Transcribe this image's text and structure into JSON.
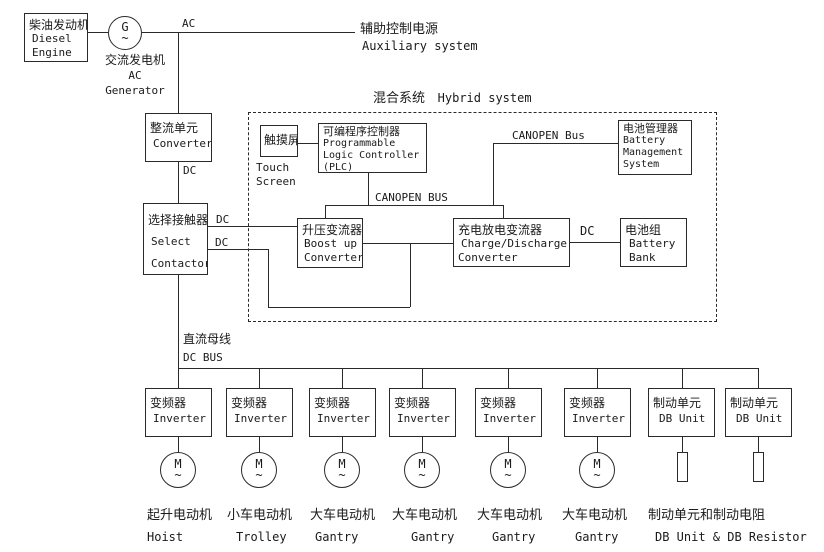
{
  "diagram": {
    "diesel": {
      "zh": "柴油发动机",
      "en1": "Diesel",
      "en2": "Engine"
    },
    "generator": {
      "symbol": "G",
      "wave": "~",
      "zh": "交流发电机",
      "en1": "AC",
      "en2": "Generator"
    },
    "ac_label": "AC",
    "dc_label": "DC",
    "auxiliary": {
      "zh": "辅助控制电源",
      "en": "Auxiliary system"
    },
    "hybrid": {
      "zh": "混合系统",
      "en": "Hybrid system"
    },
    "rectifier": {
      "zh": "整流单元",
      "en": "Converter"
    },
    "select": {
      "zh": "选择接触器",
      "en1": "Select",
      "en2": "Contactor"
    },
    "touch": {
      "zh": "触摸屏",
      "en1": "Touch",
      "en2": "Screen"
    },
    "plc": {
      "zh": "可编程序控制器",
      "en1": "Programmable",
      "en2": "Logic Controller",
      "en3": "(PLC)"
    },
    "canopen_upper": "CANOPEN Bus",
    "canopen_lower": "CANOPEN BUS",
    "boost": {
      "zh": "升压变流器",
      "en1": "Boost up",
      "en2": "Converter"
    },
    "charge": {
      "zh": "充电放电变流器",
      "en1": "Charge/Discharge",
      "en2": "Converter"
    },
    "bms": {
      "zh": "电池管理器",
      "en1": "Battery",
      "en2": "Management",
      "en3": "System"
    },
    "battery": {
      "zh": "电池组",
      "en1": "Battery",
      "en2": "Bank"
    },
    "dcbus": {
      "zh": "直流母线",
      "en": "DC BUS"
    },
    "inverter": {
      "zh": "变频器",
      "en": "Inverter"
    },
    "db_unit": {
      "zh": "制动单元",
      "en": "DB Unit"
    },
    "motor": {
      "symbol": "M",
      "wave": "~"
    },
    "loads": [
      {
        "zh": "起升电动机",
        "en": "Hoist"
      },
      {
        "zh": "小车电动机",
        "en": "Trolley"
      },
      {
        "zh": "大车电动机",
        "en": "Gantry"
      },
      {
        "zh": "大车电动机",
        "en": "Gantry"
      },
      {
        "zh": "大车电动机",
        "en": "Gantry"
      },
      {
        "zh": "大车电动机",
        "en": "Gantry"
      },
      {
        "zh": "制动单元和制动电阻",
        "en": "DB Unit & DB Resistor"
      }
    ],
    "line_color": "#2a2a2a",
    "background": "#ffffff"
  }
}
